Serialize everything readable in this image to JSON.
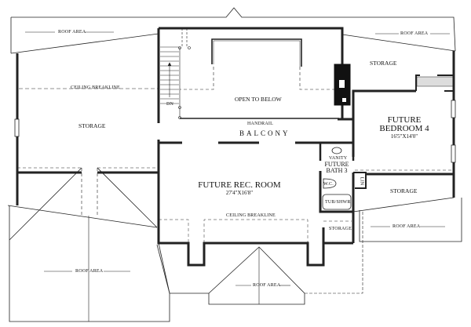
{
  "plan": {
    "roof_areas": [
      "ROOF AREA",
      "ROOF AREA",
      "ROOF AREA",
      "ROOF AREA",
      "ROOF AREA"
    ],
    "ceiling_breaklines": [
      "CEILING BREAKLINE",
      "CEILING BREAKLINE"
    ],
    "storage_labels": [
      "STORAGE",
      "STORAGE",
      "STORAGE",
      "STORAGE"
    ],
    "open_to_below": "OPEN TO BELOW",
    "handrail": "HANDRAIL",
    "balcony": "BALCONY",
    "stair_dn": "DN",
    "bedroom": {
      "name_line1": "FUTURE",
      "name_line2": "BEDROOM 4",
      "dims": "16'5\"X14'0\""
    },
    "rec_room": {
      "name": "FUTURE REC. ROOM",
      "dims": "27'4\"X16'8\""
    },
    "bath": {
      "name_line1": "FUTURE",
      "name_line2": "BATH 3",
      "vanity": "VANITY",
      "wc": "W.C.",
      "tub": "TUB/SHWR",
      "lin": "LIN"
    }
  }
}
